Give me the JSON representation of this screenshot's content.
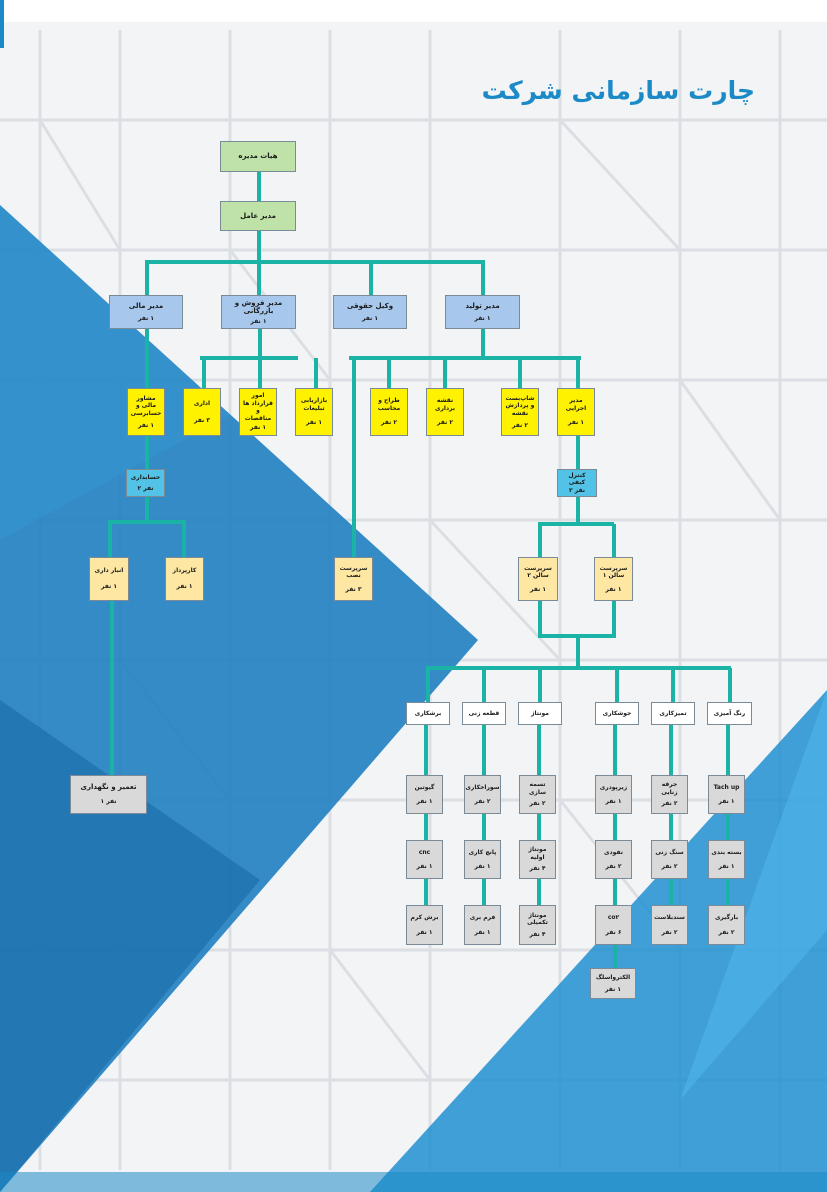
{
  "page_title": "چارت سازمانی شرکت",
  "colors": {
    "accent": "#1c8ac6",
    "connector": "#1bb3a6",
    "board": "#bfe2a8",
    "manager": "#a7c8ec",
    "unit": "#fff200",
    "accounting": "#52c3e6",
    "supervisor": "#fde7a2",
    "workshop": "#ffffff",
    "maintenance": "#d9d9d9"
  },
  "nodes": {
    "board": {
      "t": "هیات مدیره"
    },
    "ceo": {
      "t": "مدیر عامل"
    },
    "finance_mgr": {
      "t": "مدیر مالی",
      "n": "۱ نفر"
    },
    "sales_mgr": {
      "t": "مدیر فروش و بازرگانی",
      "n": "۱ نفر"
    },
    "legal": {
      "t": "وکیل حقوقی",
      "n": "۱ نفر"
    },
    "prod_mgr": {
      "t": "مدیر تولید",
      "n": "۱ نفر"
    },
    "fin_advisor": {
      "t": "مشاور مالی و حسابرسی",
      "n": "۱ نفر"
    },
    "admin": {
      "t": "اداری",
      "n": "۳ نفر"
    },
    "contracts": {
      "t": "امور قرارداد ها و مناقصات",
      "n": "۱ نفر"
    },
    "marketing": {
      "t": "بازاریابی تبلیغات",
      "n": "۱ نفر"
    },
    "designer": {
      "t": "طراح و محاسب",
      "n": "۲ نفر"
    },
    "drafting": {
      "t": "نقشه برداری",
      "n": "۲ نفر"
    },
    "shop_drawing": {
      "t": "شاپ‌بست و پردازش نقشه",
      "n": "۲ نفر"
    },
    "exec_mgr": {
      "t": "مدیر اجرایی",
      "n": "۱ نفر"
    },
    "accounting": {
      "t": "حسابداری",
      "n": "نفر ۲"
    },
    "qc": {
      "t": "کنترل کیفی",
      "n": "نفر ۲"
    },
    "warehouse": {
      "t": "انبار داری",
      "n": "۱ نفر"
    },
    "purchaser": {
      "t": "کارپرداز",
      "n": "۱ نفر"
    },
    "install_sup": {
      "t": "سرپرست نصب",
      "n": "۳ نفر"
    },
    "hall2_sup": {
      "t": "سرپرست سالن ۲",
      "n": "۱ نفر"
    },
    "hall1_sup": {
      "t": "سرپرست سالن ۱",
      "n": "۱ نفر"
    },
    "cutting": {
      "t": "برشکاری"
    },
    "piece": {
      "t": "قطعه زنی"
    },
    "assembly": {
      "t": "مونتاژ"
    },
    "welding": {
      "t": "جوشکاری"
    },
    "cleaning": {
      "t": "تمیزکاری"
    },
    "painting": {
      "t": "رنگ آمیزی"
    },
    "maintenance": {
      "t": "تعمیر و نگهداری",
      "n": "نفر ۱"
    },
    "guillotine": {
      "t": "گیوتین",
      "n": "۱ نفر"
    },
    "drilling": {
      "t": "سوراخکاری",
      "n": "۲ نفر"
    },
    "fitting": {
      "t": "تسمه سازی",
      "n": "۲ نفر"
    },
    "sub_welding": {
      "t": "زیرپودری",
      "n": "۱ نفر"
    },
    "blasting": {
      "t": "جرقه زنایی",
      "n": "۲ نفر"
    },
    "touchup": {
      "t": "Tach up",
      "n": "۱ نفر"
    },
    "cnc": {
      "t": "cnc",
      "n": "۱ نفر"
    },
    "punching": {
      "t": "پانچ کاری",
      "n": "۱ نفر"
    },
    "pre_assembly": {
      "t": "مونتاژ اولیه",
      "n": "۴ نفر"
    },
    "gouging": {
      "t": "نفودی",
      "n": "۲ نفر"
    },
    "grinding": {
      "t": "سنگ زنی",
      "n": "۲ نفر"
    },
    "packing": {
      "t": "بسته بندی",
      "n": "۱ نفر"
    },
    "torch": {
      "t": "برش کرم",
      "n": "۱ نفر"
    },
    "press": {
      "t": "فرم بری",
      "n": "۱ نفر"
    },
    "final_assembly": {
      "t": "مونتاژ تکمیلی",
      "n": "۴ نفر"
    },
    "co2": {
      "t": "co۲",
      "n": "۶ نفر"
    },
    "sandblast": {
      "t": "سندبلاست",
      "n": "۲ نفر"
    },
    "loading": {
      "t": "بارگیری",
      "n": "۲ نفر"
    },
    "electrode": {
      "t": "الکترواسلگ",
      "n": "۱ نفر"
    }
  }
}
